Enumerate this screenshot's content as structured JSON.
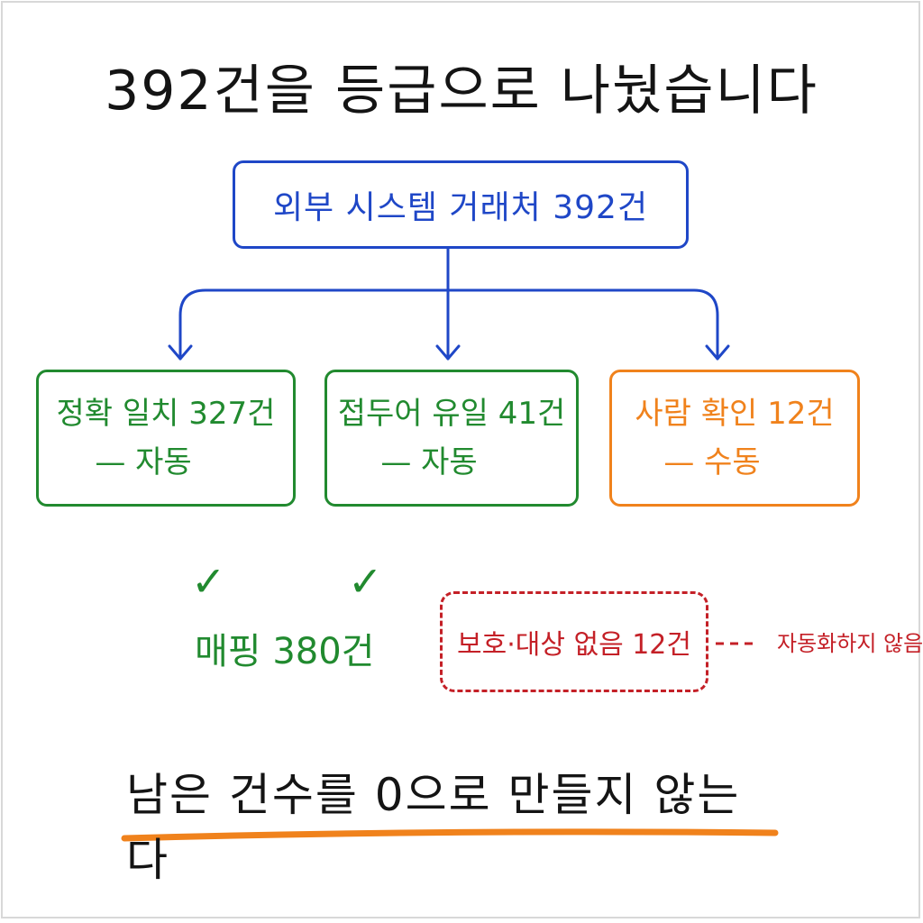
{
  "title": "392건을 등급으로 나눴습니다",
  "source": {
    "label": "외부 시스템 거래처 392건"
  },
  "categories": [
    {
      "label": "정확 일치 327건",
      "method": "— 자동"
    },
    {
      "label": "접두어 유일 41건",
      "method": "— 자동"
    },
    {
      "label": "사람 확인 12건",
      "method": "— 수동"
    }
  ],
  "checks": [
    "✓",
    "✓"
  ],
  "mapped": {
    "label": "매핑 380건"
  },
  "on_hold": {
    "label": "보호·대상 없음 12건",
    "note": "자동화하지 않음"
  },
  "footer": "남은 건수를 0으로 만들지 않는다",
  "colors": {
    "blue": "#1f47c7",
    "green": "#218a2f",
    "orange": "#f0821c",
    "red": "#c42027",
    "text": "#141414"
  }
}
